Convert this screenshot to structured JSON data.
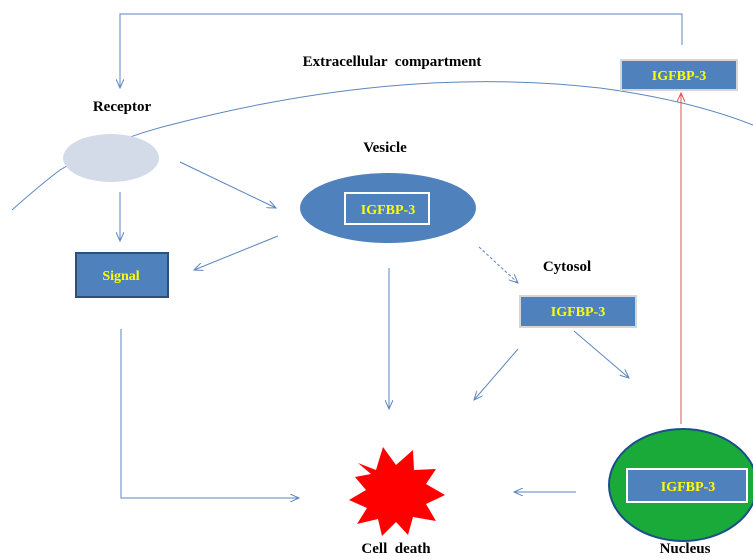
{
  "labels": {
    "extracellular": "Extracellular  compartment",
    "receptor": "Receptor",
    "vesicle": "Vesicle",
    "cytosol": "Cytosol",
    "cell_death": "Cell  death",
    "nucleus": "Nucleus"
  },
  "boxes": {
    "top_right": "IGFBP-3",
    "vesicle": "IGFBP-3",
    "cytosol": "IGFBP-3",
    "nucleus": "IGFBP-3",
    "signal": "Signal"
  },
  "colors": {
    "box_fill": "#4f81bd",
    "box_text": "#ffff00",
    "arrow": "#5a86c0",
    "nucleus_fill": "#1aaa3a",
    "cell_death_burst": "#ff0000",
    "receptor_fill": "#d4dbe8",
    "red_arrow": "#e05050"
  },
  "icons": {
    "cell_death": "burst-icon"
  }
}
